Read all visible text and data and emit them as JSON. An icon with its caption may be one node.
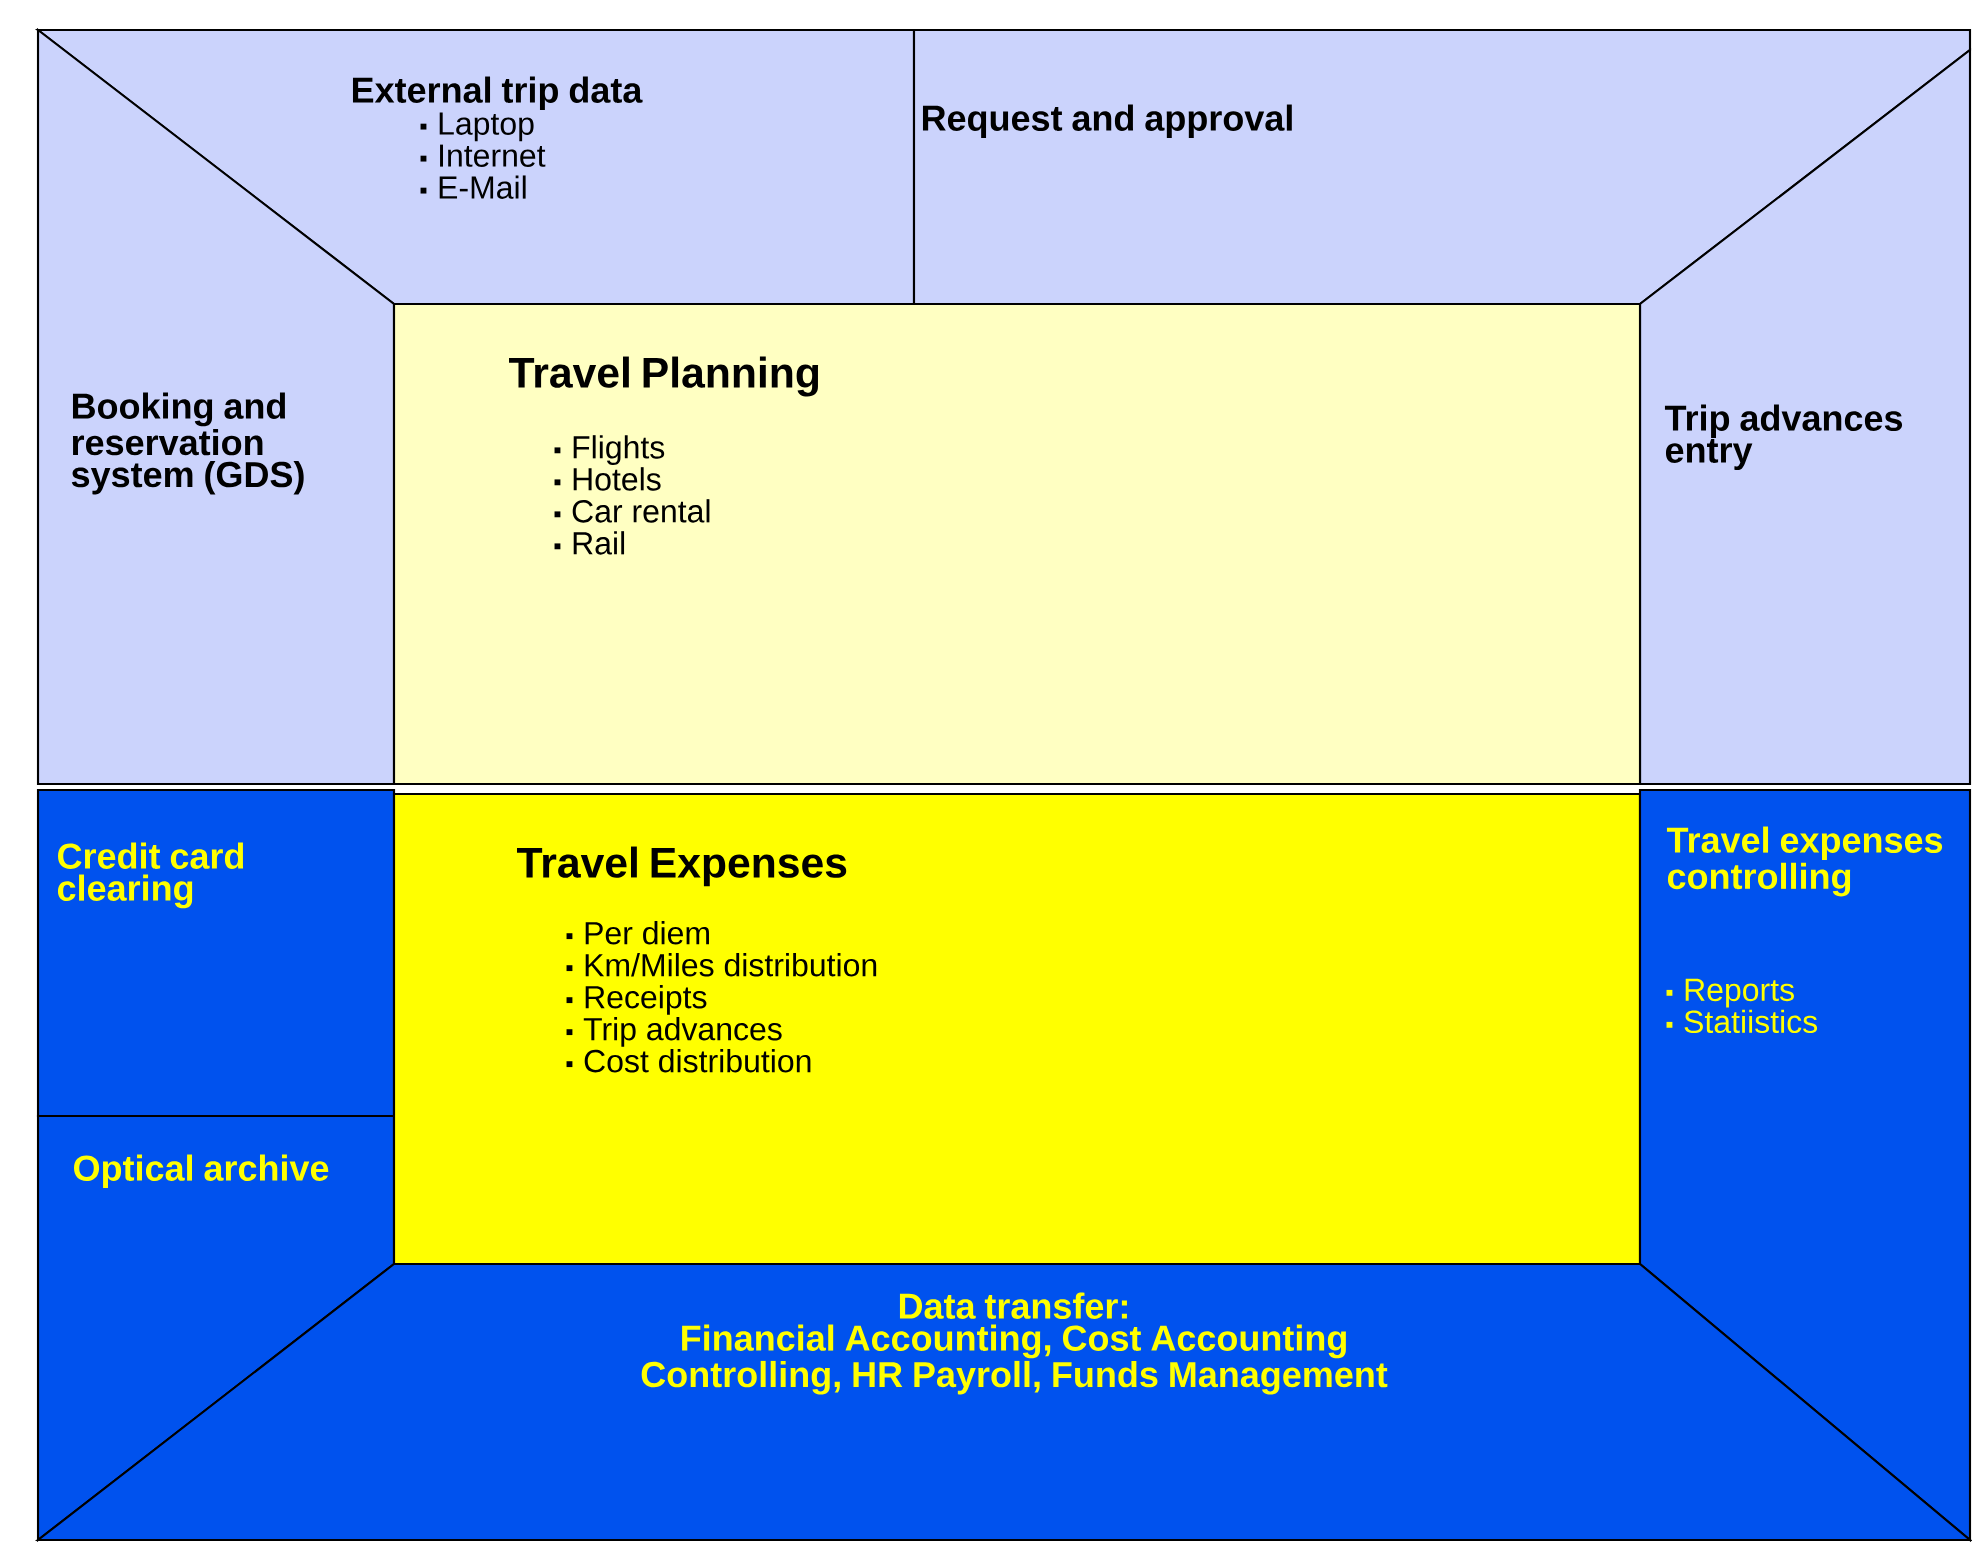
{
  "diagram": {
    "nodes": [
      {
        "text": [
          "External trip data",
          "Laptop",
          "Internet",
          "E-Mail"
        ]
      },
      {
        "text": [
          "Request and approval"
        ]
      },
      {
        "text": [
          "Booking and reservation system (GDS)"
        ]
      },
      {
        "text": [
          "Trip advances entry"
        ]
      },
      {
        "text": [
          "Travel Planning",
          "Flights",
          "Hotels",
          "Car rental",
          "Rail"
        ]
      },
      {
        "text": [
          "Credit card clearing"
        ]
      },
      {
        "text": [
          "Optical archive"
        ]
      },
      {
        "text": [
          "Travel Expenses",
          "Per diem",
          "Km/Miles distribution",
          "Receipts",
          "Trip advances",
          "Cost distribution"
        ]
      },
      {
        "text": [
          "Travel expenses controlling",
          "Reports",
          "Statiistics"
        ]
      },
      {
        "text": [
          "Data transfer:",
          "Financial Accounting, Cost Accounting Controlling, HR Payroll, Funds Management"
        ]
      }
    ],
    "edges": []
  }
}
